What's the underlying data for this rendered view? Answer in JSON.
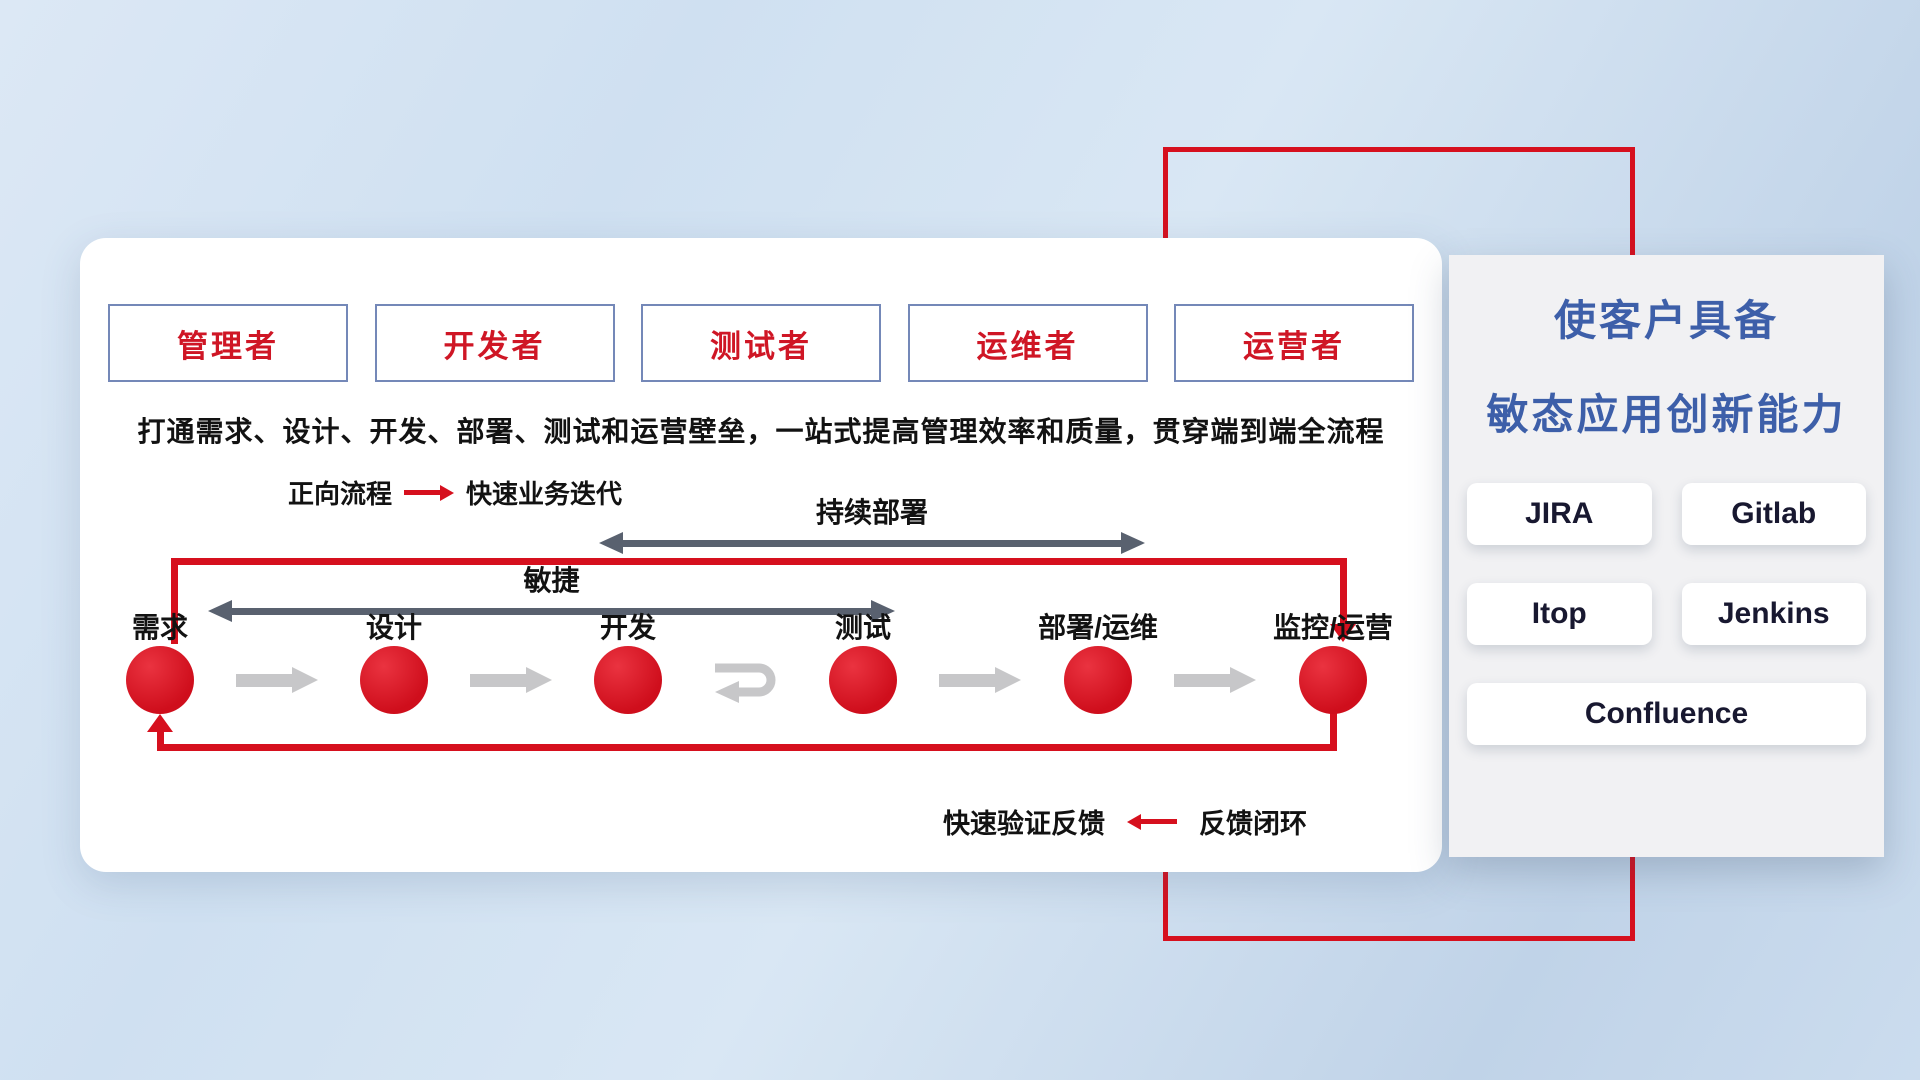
{
  "roles": [
    {
      "label": "管理者"
    },
    {
      "label": "开发者"
    },
    {
      "label": "测试者"
    },
    {
      "label": "运维者"
    },
    {
      "label": "运营者"
    }
  ],
  "description": "打通需求、设计、开发、部署、测试和运营壁垒，一站式提高管理效率和质量，贯穿端到端全流程",
  "forward_legend": {
    "label": "正向流程",
    "value": "快速业务迭代"
  },
  "feedback_legend": {
    "label": "快速验证反馈",
    "value": "反馈闭环"
  },
  "spans": {
    "agile": "敏捷",
    "continuous_deploy": "持续部署"
  },
  "stages": [
    {
      "label": "需求"
    },
    {
      "label": "设计"
    },
    {
      "label": "开发"
    },
    {
      "label": "测试"
    },
    {
      "label": "部署/运维"
    },
    {
      "label": "监控/运营"
    }
  ],
  "right_panel": {
    "title_line1": "使客户具备",
    "title_line2": "敏态应用创新能力",
    "tools": [
      {
        "label": "JIRA"
      },
      {
        "label": "Gitlab"
      },
      {
        "label": "Itop"
      },
      {
        "label": "Jenkins"
      },
      {
        "label": "Confluence"
      }
    ]
  },
  "colors": {
    "accent_red": "#d6101e",
    "title_blue": "#3d5fa9",
    "role_text_red": "#cf1625",
    "role_border": "#7488b8",
    "dark_arrow": "#59616f",
    "light_arrow": "#c7c7c9",
    "panel_bg": "#f1f1f3"
  }
}
